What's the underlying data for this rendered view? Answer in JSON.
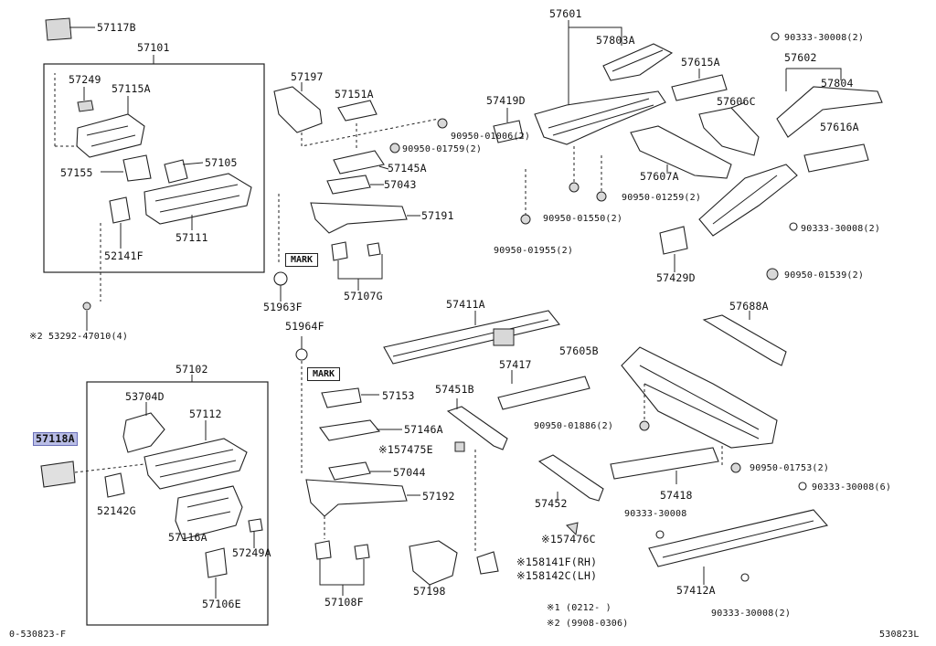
{
  "labels": {
    "l57117b": "57117B",
    "l57101": "57101",
    "l57249": "57249",
    "l57115a": "57115A",
    "l57155": "57155",
    "l57105": "57105",
    "l52141f": "52141F",
    "l57111": "57111",
    "l53292": "※2 53292-47010(4)",
    "l57197": "57197",
    "l57151a": "57151A",
    "l57145a": "57145A",
    "l57043": "57043",
    "l57191": "57191",
    "l51963f": "51963F",
    "l57107g": "57107G",
    "l51964f": "51964F",
    "l57153": "57153",
    "l57146a": "57146A",
    "l157475e": "※157475E",
    "l57044": "57044",
    "l57192": "57192",
    "l57108f": "57108F",
    "l57198": "57198",
    "l57102": "57102",
    "l53704d": "53704D",
    "l57112": "57112",
    "l57118a": "57118A",
    "l52142g": "52142G",
    "l57116a": "57116A",
    "l57249a": "57249A",
    "l57106e": "57106E",
    "l57601": "57601",
    "l57803a": "57803A",
    "l57419d": "57419D",
    "l9095001006": "90950-01006(2)",
    "l9095001759": "90950-01759(2)",
    "l57615a": "57615A",
    "l57606c": "57606C",
    "l57607a": "57607A",
    "l9095001259": "90950-01259(2)",
    "l9095001550": "90950-01550(2)",
    "l9095001955": "90950-01955(2)",
    "l57429d": "57429D",
    "l9033330008a": "90333-30008(2)",
    "l57602": "57602",
    "l57804": "57804",
    "l57616a": "57616A",
    "l9033330008b": "90333-30008(2)",
    "l9095001539": "90950-01539(2)",
    "l57411a": "57411A",
    "l57688a": "57688A",
    "l57605b": "57605B",
    "l57417": "57417",
    "l57451b": "57451B",
    "l9095001886": "90950-01886(2)",
    "l9095001753": "90950-01753(2)",
    "l57418": "57418",
    "l9033330008c": "90333-30008(6)",
    "l57452": "57452",
    "l9033330008d": "90333-30008",
    "l157476c": "※157476C",
    "l158141f": "※158141F(RH)",
    "l158142c": "※158142C(LH)",
    "l57412a": "57412A",
    "l9033330008e": "90333-30008(2)",
    "note1": "※1 (0212-     )",
    "note2": "※2 (9908-0306)",
    "footer_left": "0-530823-F",
    "footer_right": "530823L",
    "mark1": "MARK",
    "mark2": "MARK"
  },
  "highlight": {
    "part": "57118A",
    "color": "#b9bde6"
  }
}
